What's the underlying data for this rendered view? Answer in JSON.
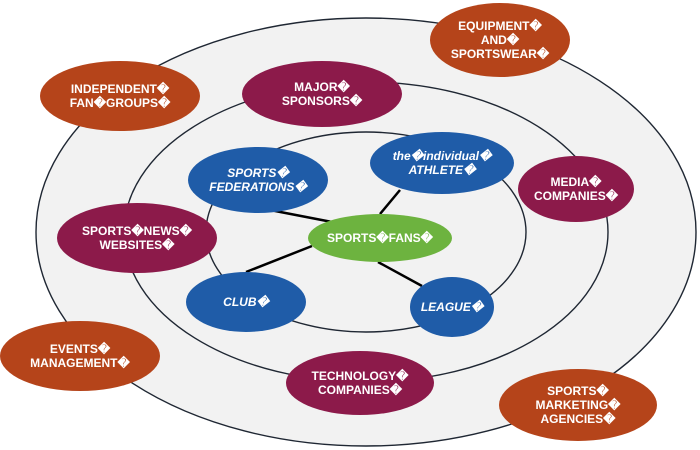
{
  "colors": {
    "ring_fill": "#f2f2f2",
    "ring_stroke": "#1f2733",
    "center": "#6db33f",
    "inner": "#1f5ca8",
    "middle": "#8c1a4a",
    "outer": "#b5441a",
    "connector": "#000000",
    "text": "#ffffff"
  },
  "center": {
    "lines": [
      "SPORTS�FANS�"
    ],
    "italic": false
  },
  "inner_ring": [
    {
      "id": "sports-federations",
      "lines": [
        "SPORTS�",
        "FEDERATIONS�"
      ],
      "italic": true
    },
    {
      "id": "individual-athlete",
      "lines": [
        "the�individual�",
        "ATHLETE�"
      ],
      "italic": true
    },
    {
      "id": "club",
      "lines": [
        "CLUB�"
      ],
      "italic": true
    },
    {
      "id": "league",
      "lines": [
        "LEAGUE�"
      ],
      "italic": true
    }
  ],
  "middle_ring": [
    {
      "id": "major-sponsors",
      "lines": [
        "MAJOR�",
        "SPONSORS�"
      ]
    },
    {
      "id": "media-companies",
      "lines": [
        "MEDIA�",
        "COMPANIES�"
      ]
    },
    {
      "id": "sports-news-websites",
      "lines": [
        "SPORTS�NEWS�",
        "WEBSITES�"
      ]
    },
    {
      "id": "technology-companies",
      "lines": [
        "TECHNOLOGY�",
        "COMPANIES�"
      ]
    }
  ],
  "outer_ring": [
    {
      "id": "equipment-sportswear",
      "lines": [
        "EQUIPMENT�",
        "AND�",
        "SPORTSWEAR�"
      ]
    },
    {
      "id": "independent-fan-groups",
      "lines": [
        "INDEPENDENT�",
        "FAN�GROUPS�"
      ]
    },
    {
      "id": "events-management",
      "lines": [
        "EVENTS�",
        "MANAGEMENT�"
      ]
    },
    {
      "id": "sports-marketing-agencies",
      "lines": [
        "SPORTS�",
        "MARKETING�",
        "AGENCIES�"
      ]
    }
  ]
}
